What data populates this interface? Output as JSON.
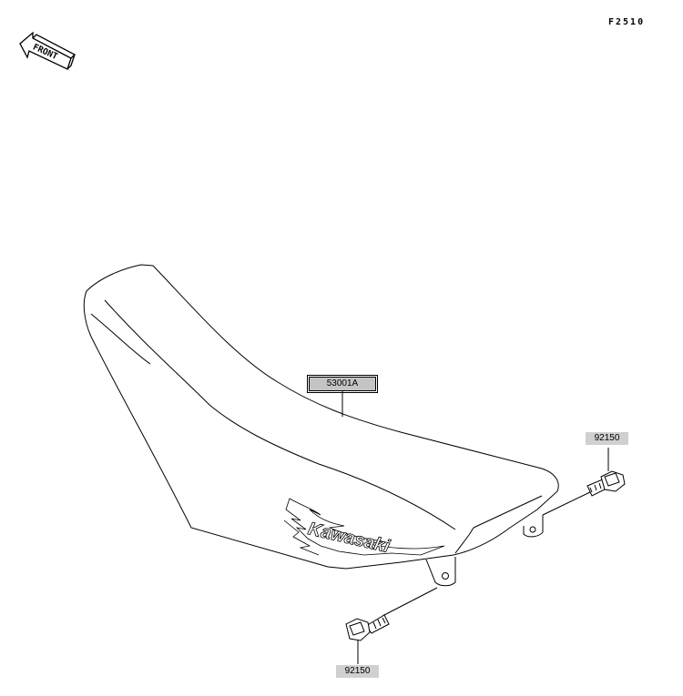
{
  "figure_code": "F2510",
  "front_marker": {
    "text": "FRONT",
    "icon": "front-arrow-icon"
  },
  "parts": {
    "seat": {
      "number": "53001A",
      "brand_text": "Kawasaki"
    },
    "bolt_right": {
      "number": "92150"
    },
    "bolt_bottom": {
      "number": "92150"
    }
  },
  "colors": {
    "line": "#000000",
    "label_bg": "#d0d0d0",
    "paper": "#ffffff"
  }
}
